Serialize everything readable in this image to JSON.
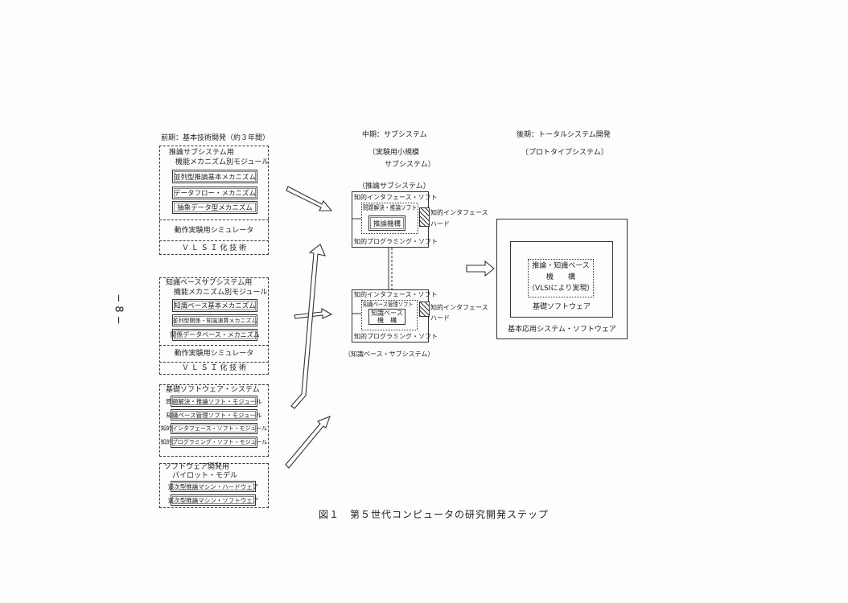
{
  "page_number": "− 8 −",
  "caption": "図１　第５世代コンピュータの研究開発ステップ",
  "early": {
    "title": "前期：基本技術開発（約３年間）",
    "inference": {
      "title1": "推論サブシステム用",
      "title2": "機能メカニズム別モジュール",
      "modules": [
        "並列型推論基本メカニズム",
        "データフロー・メカニズム",
        "抽象データ型メカニズム"
      ],
      "simulator": "動作実験用シミュレータ",
      "vlsi": "Ｖ Ｌ Ｓ Ｉ 化 技 術"
    },
    "knowledge": {
      "title1": "知識ベースサブシステム用",
      "title2": "機能メカニズム別モジュール",
      "modules": [
        "知識ベース基本メカニズム",
        "並列型関係・知識演算メカニズム",
        "関係データベース・メカニズム"
      ],
      "simulator": "動作実験用シミュレータ",
      "vlsi": "Ｖ Ｌ Ｓ Ｉ 化 技 術"
    },
    "basic_software": {
      "title": "基礎ソフトウェア・システム",
      "modules": [
        "問題解決・推論ソフト・モジュール",
        "知識ベース管理ソフト・モジュール",
        "知的インタフェース・ソフト・モジュール",
        "知的プログラミング・ソフト・モジュール"
      ]
    },
    "pilot": {
      "title1": "ソフトウェア開発用",
      "title2": "パイロット・モデル",
      "modules": [
        "逐次型推論マシン・ハードウェア",
        "逐次型推論マシン・ソフトウェア"
      ]
    }
  },
  "middle": {
    "title": "中期：サブシステム",
    "sub1": "〔実験用小規模",
    "sub2": "サブシステム〕",
    "inference_label": "（推論サブシステム）",
    "inference": {
      "outer_top": "知的インタフェース・ソフト",
      "inner": "問題解決・推論ソフト",
      "core": "推論機構",
      "outer_bottom": "知的プログラミング・ソフト"
    },
    "hw1": "知的インタフェース",
    "hw2": "ハード",
    "knowledge": {
      "outer_top": "知的インタフェース・ソフト",
      "inner": "知識ベース管理ソフト",
      "core1": "知識ベース",
      "core2": "機　構",
      "outer_bottom": "知的プログラミング・ソフト"
    },
    "knowledge_label": "（知識ベース・サブシステム）"
  },
  "late": {
    "title": "後期：トータルシステム開発",
    "sub": "〔プロトタイプシステム〕",
    "core1": "推論・知識ベース",
    "core2": "機　　構",
    "core3": "（VLSIにより実現）",
    "basic": "基礎ソフトウェア",
    "app": "基本応用システム・ソフトウェア"
  }
}
